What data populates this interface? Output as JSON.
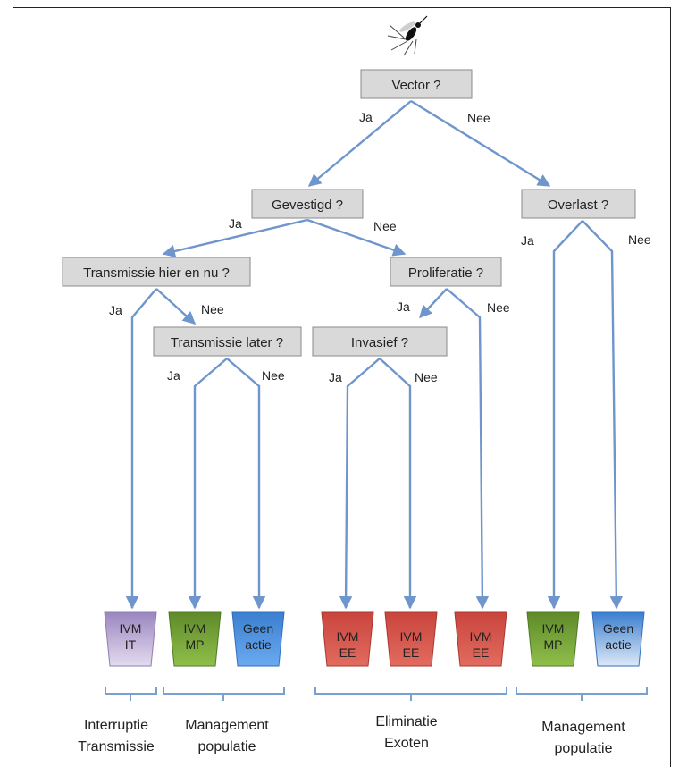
{
  "questions": {
    "vector": "Vector ?",
    "gevestigd": "Gevestigd ?",
    "overlast": "Overlast ?",
    "transmissie_hier": "Transmissie hier en nu ?",
    "proliferatie": "Proliferatie ?",
    "transmissie_later": "Transmissie later ?",
    "invasief": "Invasief ?"
  },
  "edge_labels": {
    "yes": "Ja",
    "no": "Nee"
  },
  "outcomes": [
    {
      "line1": "IVM",
      "line2": "IT",
      "color": "#b8a6d2"
    },
    {
      "line1": "IVM",
      "line2": "MP",
      "color": "#76a03c"
    },
    {
      "line1": "Geen",
      "line2": "actie",
      "color": "#4f8fd6"
    },
    {
      "line1": "IVM",
      "line2": "EE",
      "color": "#d9584f"
    },
    {
      "line1": "IVM",
      "line2": "EE",
      "color": "#d9584f"
    },
    {
      "line1": "IVM",
      "line2": "EE",
      "color": "#d9584f"
    },
    {
      "line1": "IVM",
      "line2": "MP",
      "color": "#76a03c"
    },
    {
      "line1": "Geen",
      "line2": "actie",
      "color": "#4f8fd6"
    }
  ],
  "groups": [
    {
      "line1": "Interruptie",
      "line2": "Transmissie"
    },
    {
      "line1": "Management",
      "line2": "populatie"
    },
    {
      "line1": "Eliminatie",
      "line2": "Exoten"
    },
    {
      "line1": "Management",
      "line2": "populatie"
    }
  ],
  "icons": {
    "top": "mosquito-icon"
  }
}
